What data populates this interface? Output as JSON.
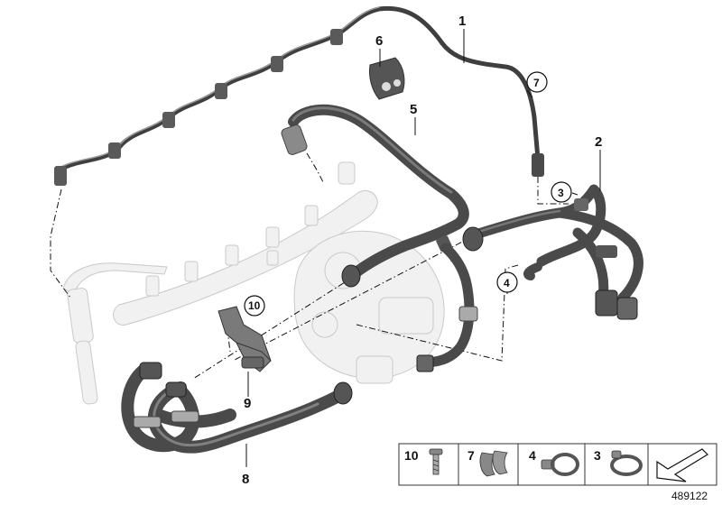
{
  "callouts": [
    {
      "id": "1",
      "label": "1",
      "circled": false
    },
    {
      "id": "2",
      "label": "2",
      "circled": false
    },
    {
      "id": "3",
      "label": "3",
      "circled": true
    },
    {
      "id": "4",
      "label": "4",
      "circled": true
    },
    {
      "id": "5",
      "label": "5",
      "circled": false
    },
    {
      "id": "6",
      "label": "6",
      "circled": false
    },
    {
      "id": "7",
      "label": "7",
      "circled": true
    },
    {
      "id": "8",
      "label": "8",
      "circled": false
    },
    {
      "id": "9",
      "label": "9",
      "circled": false
    },
    {
      "id": "10",
      "label": "10",
      "circled": true
    }
  ],
  "legend": [
    {
      "id": "10",
      "label": "10",
      "part": "screw-icon"
    },
    {
      "id": "7",
      "label": "7",
      "part": "double-clip-icon"
    },
    {
      "id": "4",
      "label": "4",
      "part": "hose-clamp-icon"
    },
    {
      "id": "3",
      "label": "3",
      "part": "clamp-ring-icon"
    },
    {
      "id": "arrow",
      "label": "",
      "part": "direction-arrow-icon"
    }
  ],
  "document_number": "489122",
  "colors": {
    "hose_dark": "#3f3f3f",
    "hose_mid": "#6a6a6a",
    "hose_light": "#9b9b9b",
    "ghost_fill": "#f1f1f1",
    "ghost_stroke": "#c9c9c9",
    "line": "#111111"
  }
}
